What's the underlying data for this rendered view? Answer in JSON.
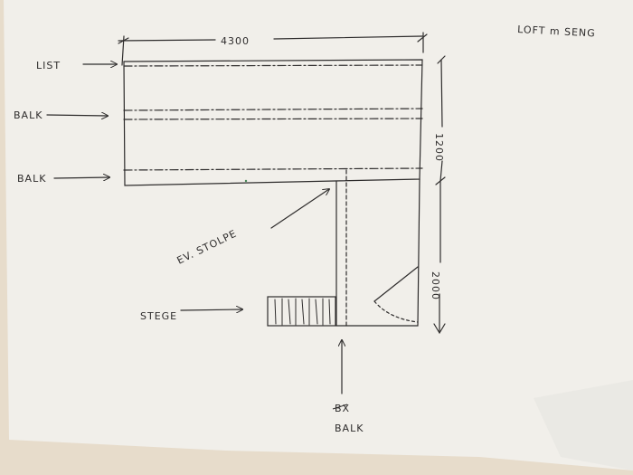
{
  "title": "LOFT m SENG",
  "dimensions": {
    "width": "4300",
    "depth": "1200",
    "length": "2000"
  },
  "labels": {
    "list": "LIST",
    "balk_upper": "BALK",
    "balk_lower": "BALK",
    "post": "EV. STOLPE",
    "stairs": "STEGE",
    "balk_bottom_struck": "BX",
    "balk_bottom": "BALK"
  },
  "colors": {
    "paper": "#f1efea",
    "ink": "#2e2c2c",
    "table": "#e7dccb"
  }
}
